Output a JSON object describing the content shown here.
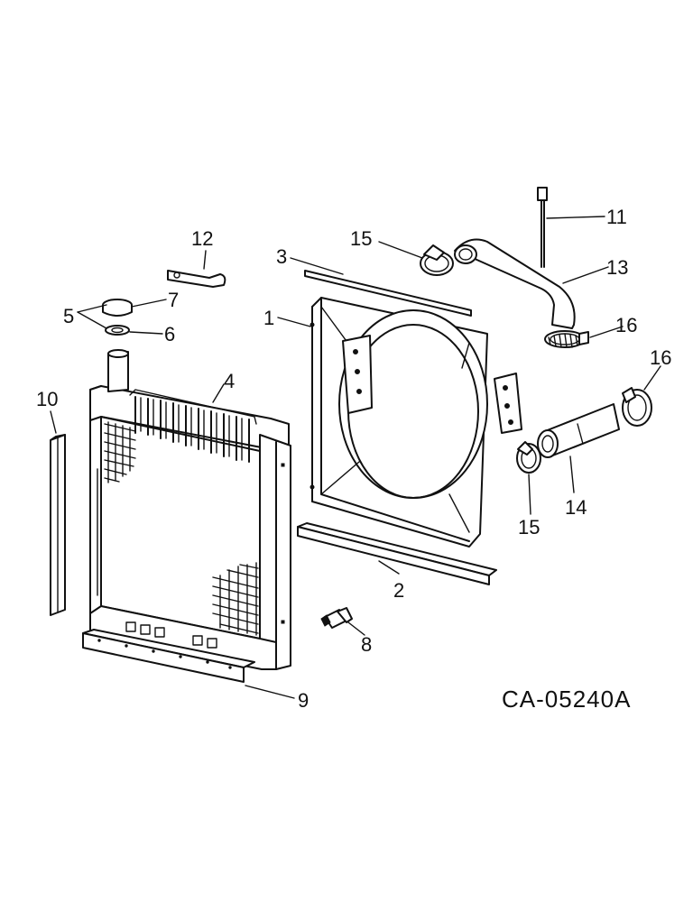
{
  "diagram": {
    "drawing_code": "CA-05240A",
    "callouts": [
      "1",
      "2",
      "3",
      "4",
      "5",
      "6",
      "7",
      "8",
      "9",
      "10",
      "11",
      "12",
      "13",
      "14",
      "15",
      "15",
      "16",
      "16"
    ]
  }
}
